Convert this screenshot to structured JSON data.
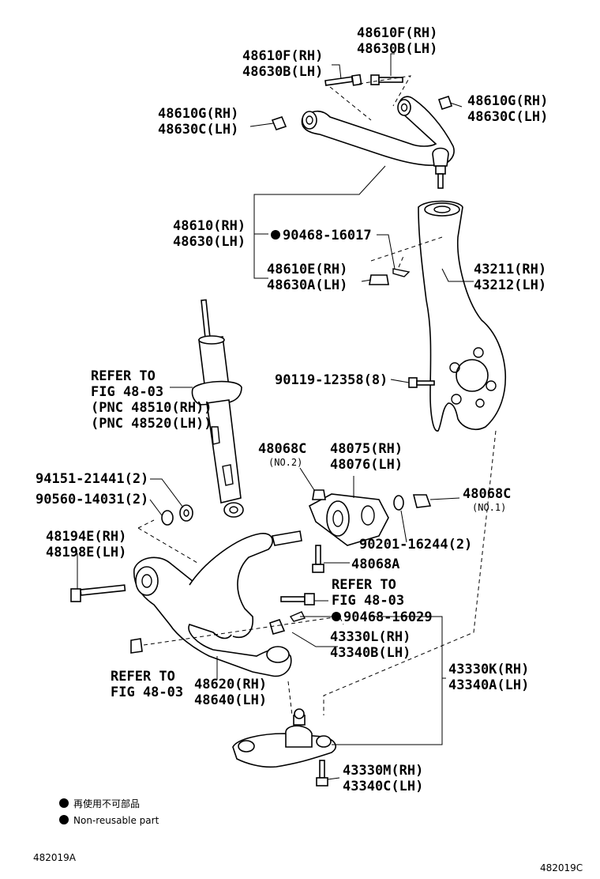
{
  "labels": {
    "upper_bolt_rh": "48610F(RH)",
    "upper_bolt_lh": "48630B(LH)",
    "upper_bolt2_rh": "48610F(RH)",
    "upper_bolt2_lh": "48630B(LH)",
    "bush_left_rh": "48610G(RH)",
    "bush_left_lh": "48630C(LH)",
    "bush_right_rh": "48610G(RH)",
    "bush_right_lh": "48630C(LH)",
    "upper_arm_rh": "48610(RH)",
    "upper_arm_lh": "48630(LH)",
    "cotter_pin_1": "90468-16017",
    "balljoint_upper_rh": "48610E(RH)",
    "balljoint_upper_lh": "48630A(LH)",
    "knuckle_rh": "43211(RH)",
    "knuckle_lh": "43212(LH)",
    "bolt_knuckle": "90119-12358(8)",
    "refer_1": "REFER TO",
    "refer_1_fig": "FIG 48-03",
    "refer_1_pnc1": "(PNC 48510(RH))",
    "refer_1_pnc2": "(PNC 48520(LH))",
    "nut_48068c_a": "48068C",
    "nut_48068c_a_note": "(NO.2)",
    "bush_lower_rh": "48075(RH)",
    "bush_lower_lh": "48076(LH)",
    "nut_48068c_b": "48068C",
    "nut_48068c_b_note": "(NO.1)",
    "washer_1": "94151-21441(2)",
    "washer_2": "90560-14031(2)",
    "washer_3": "90201-16244(2)",
    "bolt_lower_rh": "48194E(RH)",
    "bolt_lower_lh": "48198E(LH)",
    "bolt_48068a": "48068A",
    "refer_2": "REFER TO",
    "refer_2_fig": "FIG 48-03",
    "cotter_pin_2": "90468-16029",
    "lower_bj_rh": "43330L(RH)",
    "lower_bj_lh": "43340B(LH)",
    "lower_bj2_rh": "43330K(RH)",
    "lower_bj2_lh": "43340A(LH)",
    "refer_3": "REFER TO",
    "refer_3_fig": "FIG 48-03",
    "lower_arm_rh": "48620(RH)",
    "lower_arm_lh": "48640(LH)",
    "lower_bolt_rh": "43330M(RH)",
    "lower_bolt_lh": "43340C(LH)"
  },
  "legend": {
    "jp": "再使用不可部品",
    "en": "Non-reusable part"
  },
  "footer": {
    "left_code": "482019A",
    "right_code": "482019C"
  }
}
